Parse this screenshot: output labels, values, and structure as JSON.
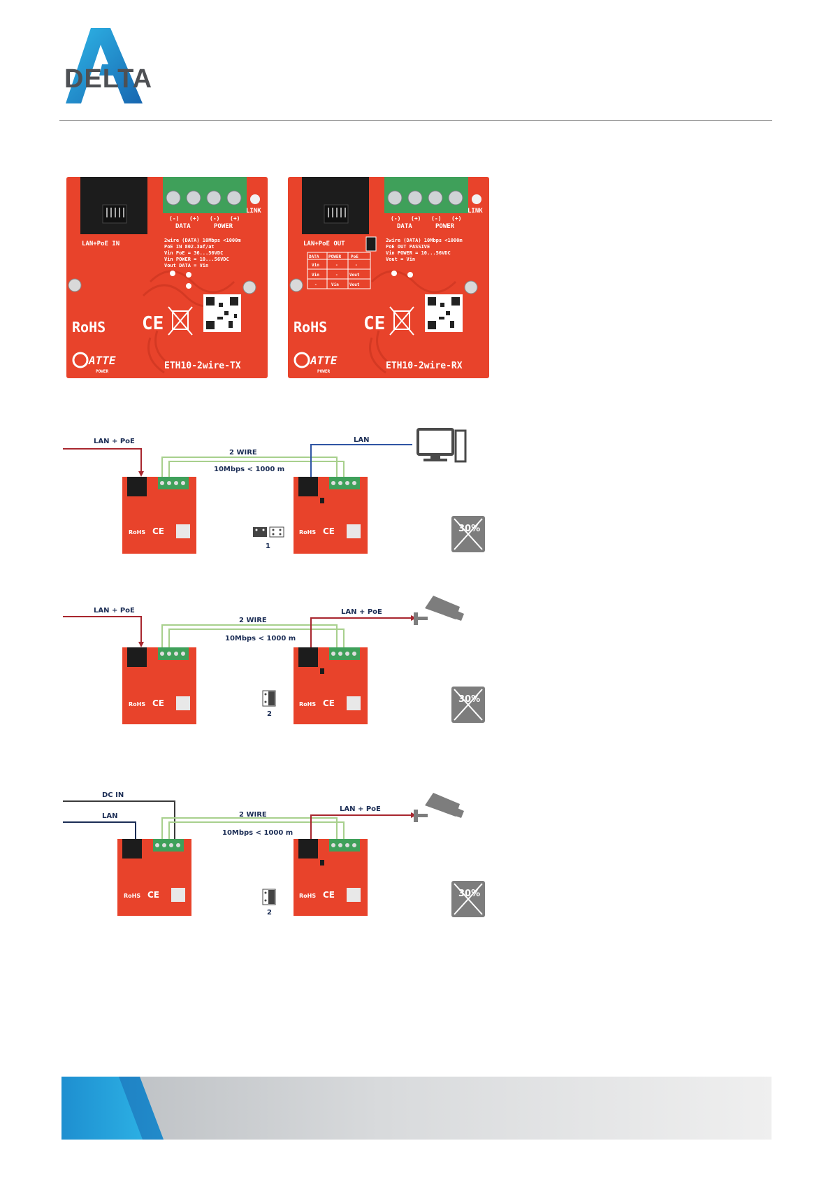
{
  "header": {
    "logo_text": "DELTA"
  },
  "boards": {
    "tx": {
      "connector_label": "LAN+PoE IN",
      "terminal_labels": [
        "(-)",
        "(+)",
        "(-)",
        "(+)"
      ],
      "data_label": "DATA",
      "power_label": "POWER",
      "link_label": "LINK",
      "spec_lines": [
        "2wire (DATA) 10Mbps <1000m",
        "PoE IN 802.3af/at",
        "Vin PoE = 36...56VDC",
        "Vin POWER = 10...56VDC",
        "Vout DATA = Vin"
      ],
      "rohs": "RoHS",
      "ce": "CE",
      "brand": "ATTE",
      "brand_sub": "POWER",
      "model": "ETH10-2wire-TX"
    },
    "rx": {
      "connector_label": "LAN+PoE OUT",
      "terminal_labels": [
        "(-)",
        "(+)",
        "(-)",
        "(+)"
      ],
      "data_label": "DATA",
      "power_label": "POWER",
      "link_label": "LINK",
      "spec_lines": [
        "2wire (DATA) 10Mbps <1000m",
        "PoE OUT PASSIVE",
        "Vin POWER = 10...56VDC",
        "Vout = Vin"
      ],
      "table_headers": [
        "DATA",
        "POWER",
        "PoE"
      ],
      "table_rows": [
        [
          "Vin",
          "-",
          "-"
        ],
        [
          "Vin",
          "-",
          "Vout"
        ],
        [
          "-",
          "Vin",
          "Vout"
        ]
      ],
      "rohs": "RoHS",
      "ce": "CE",
      "brand": "ATTE",
      "brand_sub": "POWER",
      "model": "ETH10-2wire-RX"
    }
  },
  "diagrams": [
    {
      "left_labels": [
        "LAN + PoE"
      ],
      "wire_label": "2 WIRE",
      "speed_label": "10Mbps   < 1000 m",
      "right_label": "LAN",
      "device": "computer-icon",
      "jumper_number": "1",
      "warning": "30%"
    },
    {
      "left_labels": [
        "LAN + PoE"
      ],
      "wire_label": "2 WIRE",
      "speed_label": "10Mbps   < 1000 m",
      "right_label": "LAN + PoE",
      "device": "camera-icon",
      "jumper_number": "2",
      "warning": "30%"
    },
    {
      "left_labels": [
        "DC IN",
        "LAN"
      ],
      "wire_label": "2 WIRE",
      "speed_label": "10Mbps   < 1000 m",
      "right_label": "LAN + PoE",
      "device": "camera-icon",
      "jumper_number": "2",
      "warning": "30%"
    }
  ],
  "colors": {
    "board_red": "#e8432b",
    "terminal_green": "#3fa05a",
    "wire_green": "#a8d08d",
    "lan_blue": "#2f55a4",
    "poe_red": "#a8262e",
    "dark_navy": "#1b2d55",
    "logo_blue": "#1ea0d8"
  }
}
